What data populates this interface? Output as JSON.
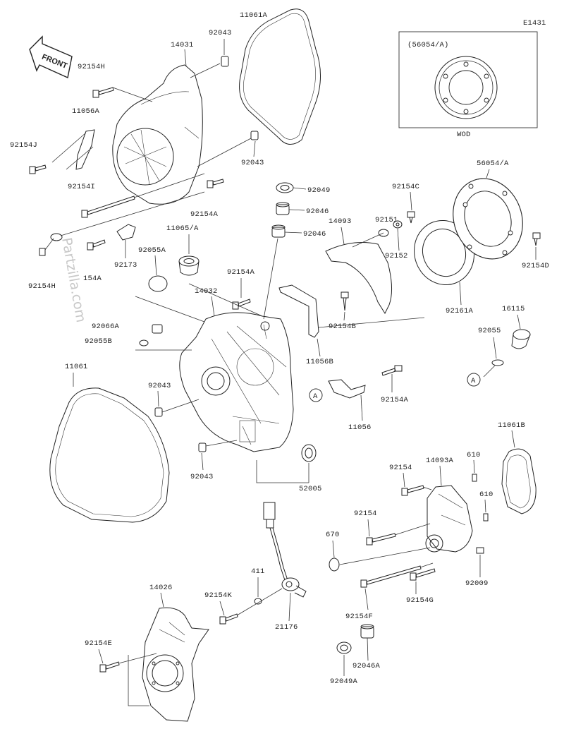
{
  "diagram_code": "E1431",
  "front_arrow_label": "FRONT",
  "watermark": "Partzilla.com",
  "inset": {
    "label": "(56054/A)",
    "note": "WOD"
  },
  "callout_letter": "A",
  "labels": {
    "p11061A": "11061A",
    "p92043_top": "92043",
    "p14031": "14031",
    "p92154H_top": "92154H",
    "p11056A": "11056A",
    "p92154J": "92154J",
    "p92043_mid": "92043",
    "p92154I": "92154I",
    "p92154A_1": "92154A",
    "p92049": "92049",
    "p92046_1": "92046",
    "p92046_2": "92046",
    "p92154C": "92154C",
    "p92151": "92151",
    "p14093": "14093",
    "p56054A": "56054/A",
    "p92152": "92152",
    "p92154D": "92154D",
    "p11065A": "11065/A",
    "p92055A": "92055A",
    "p92173": "92173",
    "p92154A_2": "154A",
    "p92154H_bot": "92154H",
    "p92154A_3": "92154A",
    "p14032": "14032",
    "p92154B": "92154B",
    "p92161A": "92161A",
    "p16115": "16115",
    "p92055": "92055",
    "p92066A": "92066A",
    "p92055B": "92055B",
    "p11056B": "11056B",
    "p11061": "11061",
    "p92043_3": "92043",
    "p92154A_4": "92154A",
    "p11056": "11056",
    "p11061B": "11061B",
    "p92043_4": "92043",
    "p52005": "52005",
    "p92154": "92154",
    "p14093A": "14093A",
    "p610_1": "610",
    "p610_2": "610",
    "p92154_2": "92154",
    "p670": "670",
    "p92009": "92009",
    "p411": "411",
    "p14026": "14026",
    "p92154K": "92154K",
    "p21176": "21176",
    "p92154F": "92154F",
    "p92154G": "92154G",
    "p92154E": "92154E",
    "p92046A": "92046A",
    "p92049A": "92049A"
  }
}
